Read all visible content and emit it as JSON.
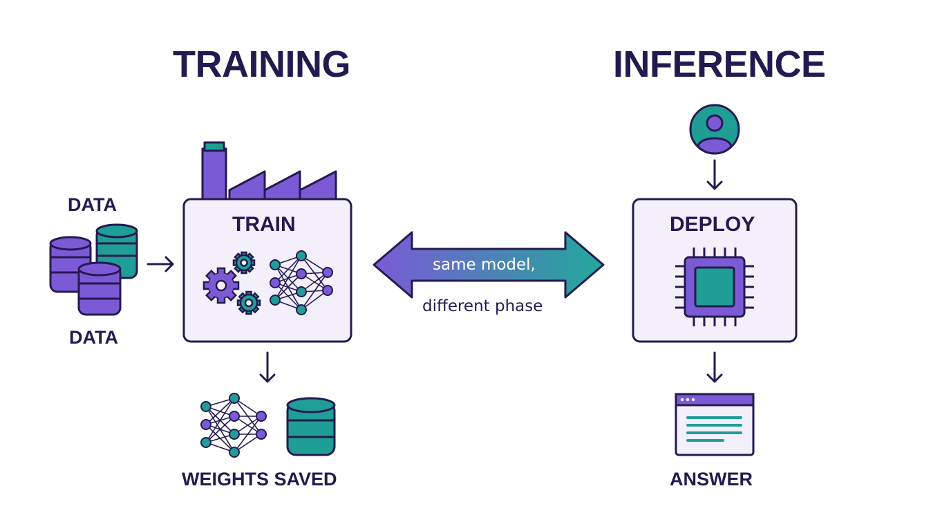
{
  "training": {
    "title": "TRAINING",
    "data_label_top": "DATA",
    "data_label_bottom": "DATA",
    "box_label": "TRAIN",
    "output_label": "WEIGHTS SAVED"
  },
  "inference": {
    "title": "INFERENCE",
    "box_label": "DEPLOY",
    "output_label": "ANSWER"
  },
  "connector": {
    "line1": "same model,",
    "line2": "different phase"
  },
  "colors": {
    "ink": "#241a4f",
    "purple": "#7b5ad6",
    "teal": "#1f9e96",
    "panel": "#f3f0fb"
  },
  "icons": [
    "database-icon",
    "factory-icon",
    "gear-icon",
    "neural-network-icon",
    "user-icon",
    "chip-icon",
    "browser-window-icon",
    "double-arrow-icon"
  ]
}
